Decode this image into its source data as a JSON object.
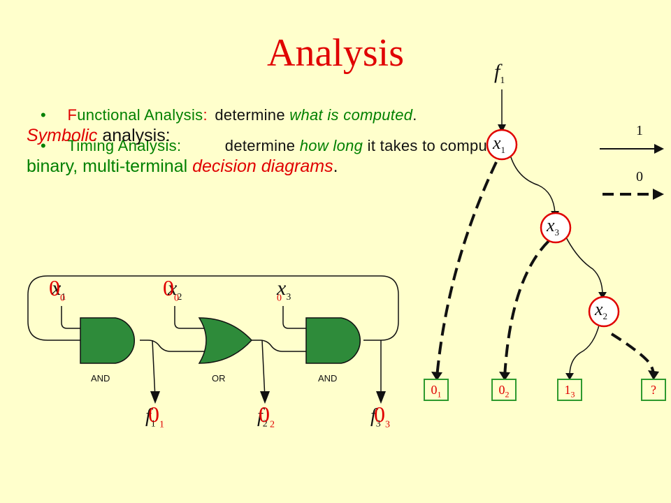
{
  "title": "Analysis",
  "bullets": {
    "functional": {
      "dot": "•",
      "lead_first": "F",
      "lead_rest": "unctional Analysis",
      "colon": ":",
      "verb": "determine",
      "emph": "what is computed",
      "end": "."
    },
    "timing": {
      "dot": "•",
      "lead": "Timing Analysis:",
      "verb": "determine",
      "emph": "how long",
      "rest": "it takes to compute it."
    }
  },
  "symbolic": {
    "line1_emph": "Symbolic",
    "line1_rest": "analysis:",
    "line2_lead": "binary, multi-terminal",
    "line2_emph": "decision diagrams",
    "line2_end": "."
  },
  "circuit": {
    "gates": [
      {
        "label": "AND"
      },
      {
        "label": "OR"
      },
      {
        "label": "AND"
      }
    ],
    "inputs": [
      {
        "var": "x",
        "sub": "1",
        "val": "0",
        "valsub": "0"
      },
      {
        "var": "x",
        "sub": "2",
        "val": "0",
        "valsub": "0"
      },
      {
        "var": "x",
        "sub": "3",
        "val": "",
        "valsub": "0"
      }
    ],
    "outputs": [
      {
        "var": "f",
        "sub": "1",
        "val": "0",
        "valsub": "1"
      },
      {
        "var": "f",
        "sub": "2",
        "val": "0",
        "valsub": "2"
      },
      {
        "var": "f",
        "sub": "3",
        "val": "0",
        "valsub": "3"
      }
    ]
  },
  "bdd": {
    "root": {
      "var": "f",
      "sub": "1"
    },
    "nodes": [
      {
        "var": "x",
        "sub": "1"
      },
      {
        "var": "x",
        "sub": "3"
      },
      {
        "var": "x",
        "sub": "2"
      }
    ],
    "terminals": [
      {
        "val": "0",
        "sub": "1"
      },
      {
        "val": "0",
        "sub": "2"
      },
      {
        "val": "1",
        "sub": "3"
      },
      {
        "val": "?",
        "sub": ""
      }
    ],
    "legend": {
      "solid": "1",
      "dashed": "0"
    }
  },
  "colors": {
    "background": "#ffffcc",
    "title": "#e00000",
    "green": "#008000",
    "gate": "#2e8b3a",
    "node_border": "#e00000"
  }
}
